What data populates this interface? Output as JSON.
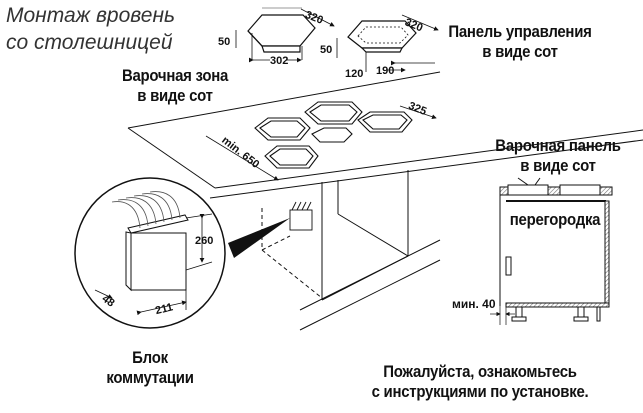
{
  "title": {
    "line1": "Монтаж вровень",
    "line2": "со столешницей"
  },
  "labels": {
    "cooking_zone": {
      "line1": "Варочная зона",
      "line2": "в виде сот"
    },
    "control_panel": {
      "line1": "Панель управления",
      "line2": "в виде сот"
    },
    "hob_panel": {
      "line1": "Варочная панель",
      "line2": "в виде сот"
    },
    "partition": "перегородка",
    "switch_box": {
      "line1": "Блок",
      "line2": "коммутации"
    },
    "note": {
      "line1": "Пожалуйста, ознакомьтесь",
      "line2": "с инструкциями по установке."
    }
  },
  "dimensions": {
    "zone_width": "320",
    "zone_height": "50",
    "zone_cutout": "302",
    "panel_width": "320",
    "panel_height": "50",
    "panel_depth": "120",
    "panel_cutout": "190",
    "hob_depth": "325",
    "worktop_min_depth": "min. 650",
    "box_height": "260",
    "box_depth": "48",
    "box_width": "211",
    "partition_min_gap": "мин. 40"
  }
}
